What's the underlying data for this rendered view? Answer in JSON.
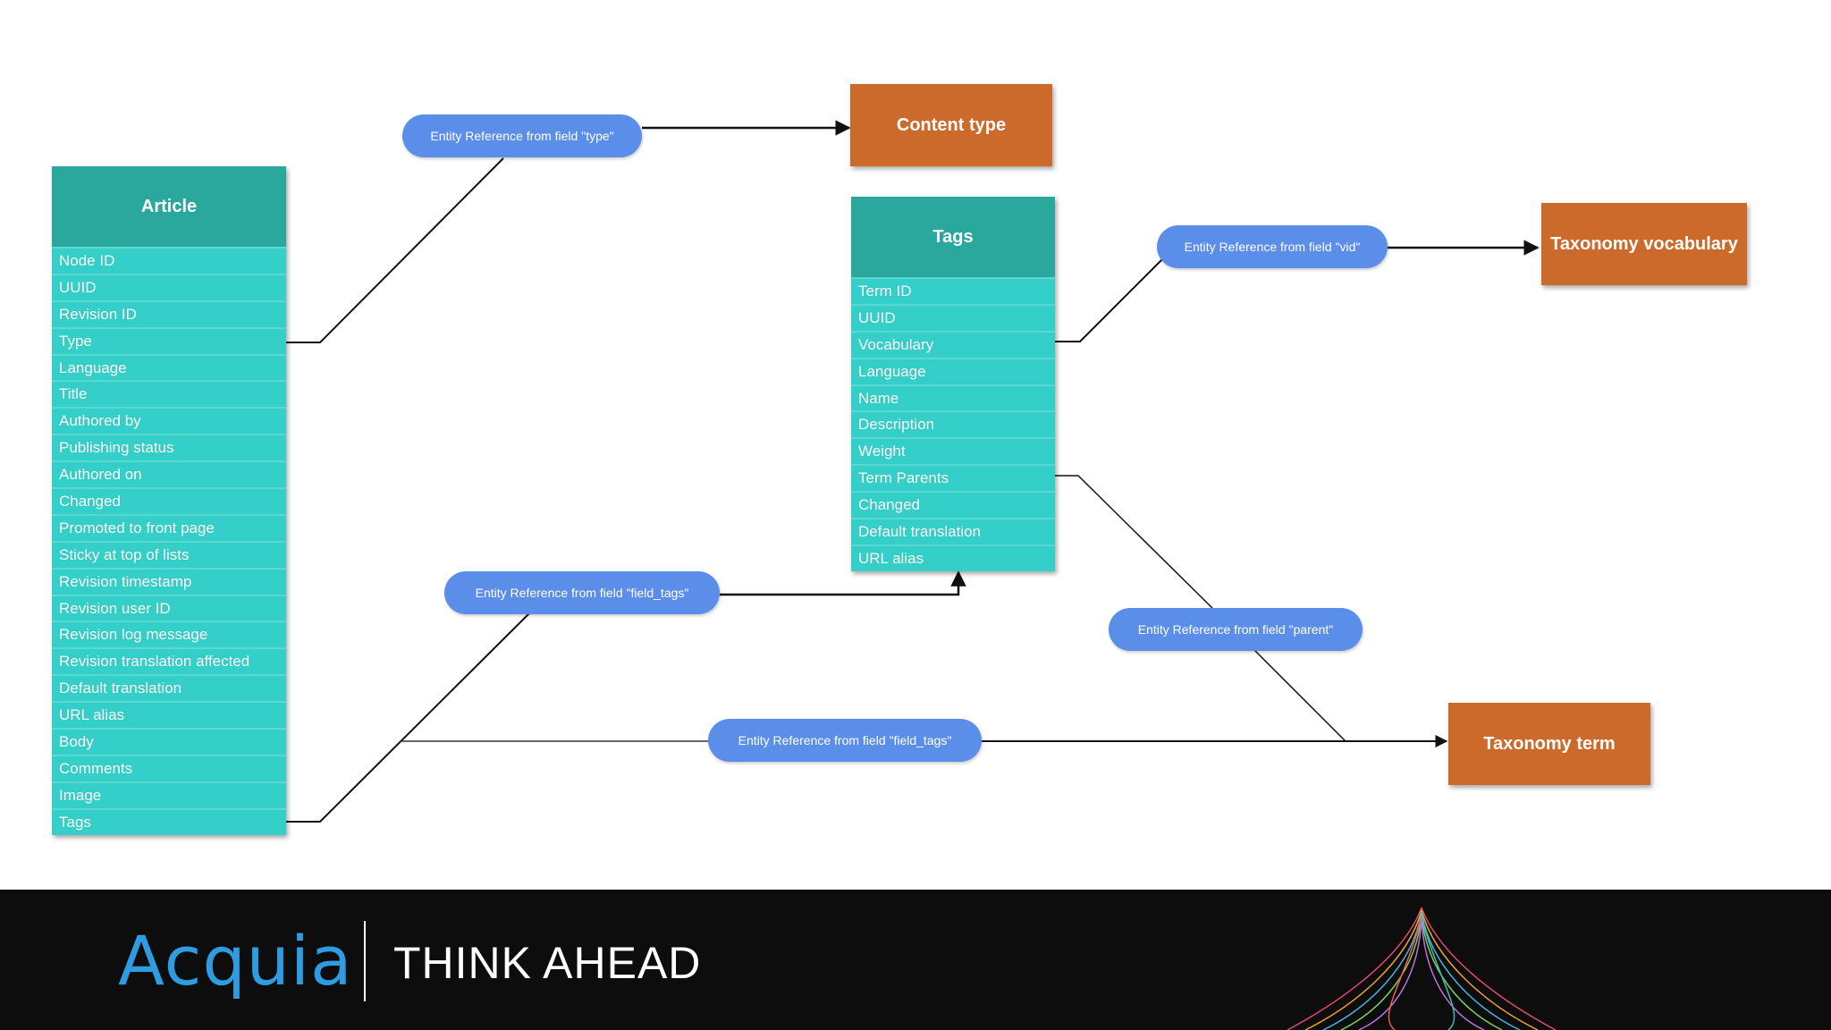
{
  "article": {
    "title": "Article",
    "fields": [
      "Node ID",
      "UUID",
      "Revision ID",
      "Type",
      "Language",
      "Title",
      "Authored by",
      "Publishing status",
      "Authored on",
      "Changed",
      "Promoted to front page",
      "Sticky at top of lists",
      "Revision timestamp",
      "Revision user ID",
      "Revision log message",
      "Revision translation affected",
      "Default translation",
      "URL alias",
      "Body",
      "Comments",
      "Image",
      "Tags"
    ]
  },
  "tags": {
    "title": "Tags",
    "fields": [
      "Term ID",
      "UUID",
      "Vocabulary",
      "Language",
      "Name",
      "Description",
      "Weight",
      "Term Parents",
      "Changed",
      "Default translation",
      "URL alias"
    ]
  },
  "targets": {
    "content_type": "Content type",
    "taxonomy_vocabulary": "Taxonomy vocabulary",
    "taxonomy_term": "Taxonomy term"
  },
  "references": {
    "type": "Entity Reference from field \"type\"",
    "vid": "Entity Reference from field \"vid\"",
    "field_tags_to_tags": "Entity Reference from field \"field_tags\"",
    "parent": "Entity Reference from field \"parent\"",
    "field_tags_to_term": "Entity Reference from field \"field_tags\""
  },
  "colors": {
    "entity_header": "#2aa89d",
    "entity_field": "#34cfc8",
    "target": "#cc6a2b",
    "pill": "#5b8ee8",
    "footer": "#0d0d0d",
    "brand": "#2f9be0"
  },
  "footer": {
    "brand": "Acquia",
    "tagline": "THINK AHEAD"
  }
}
